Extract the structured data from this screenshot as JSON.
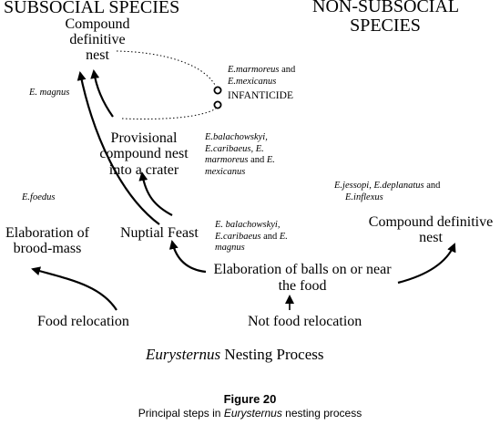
{
  "headers": {
    "subsocial": "SUBSOCIAL SPECIES",
    "nonsubsocial_line1": "NON-SUBSOCIAL",
    "nonsubsocial_line2": "SPECIES"
  },
  "nodes": {
    "compound_definitive_nest_sub": [
      "Compound",
      "definitive",
      "nest"
    ],
    "provisional_nest": [
      "Provisional",
      "compound nest",
      "into a crater"
    ],
    "elaboration_brood_mass": [
      "Elaboration of",
      "brood-mass"
    ],
    "nuptial_feast": "Nuptial Feast",
    "elaboration_balls": [
      "Elaboration of balls on or near",
      "the food"
    ],
    "compound_definitive_nest_non": [
      "Compound definitive",
      "nest"
    ],
    "food_relocation": "Food relocation",
    "not_food_relocation": "Not food relocation"
  },
  "annotations": {
    "infanticide": "INFANTICIDE",
    "infanticide_species": {
      "a": "E.marmoreus",
      "and": " and",
      "b": "E.mexicanus"
    },
    "e_magnus": "E.  magnus",
    "provisional_species": {
      "l1": "E.balachowskyi,",
      "l2": "E.caribaeus, E.",
      "l3a": "marmoreus",
      "l3b": " and ",
      "l3c": "E.",
      "l4": "mexicanus"
    },
    "e_foedus": "E.foedus",
    "nuptial_species": {
      "l1": "E.  balachowskyi,",
      "l2a": "E.caribaeus",
      "l2b": " and ",
      "l2c": "E.",
      "l3": "magnus"
    },
    "non_species": {
      "a": "E.jessopi",
      "b": ", ",
      "c": "E.deplanatus",
      "d": " and",
      "e": "E.inflexus"
    }
  },
  "process_label": {
    "genus": "Eurysternus",
    "rest": " Nesting Process"
  },
  "caption": {
    "title": "Figure 20",
    "text_before": "Principal steps in ",
    "text_genus": "Eurysternus",
    "text_after": " nesting process"
  }
}
